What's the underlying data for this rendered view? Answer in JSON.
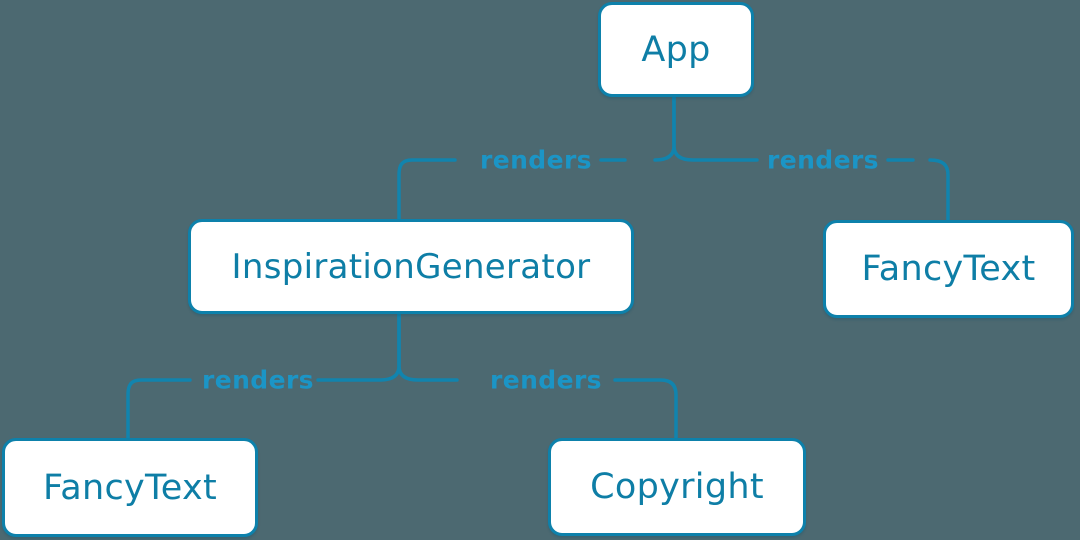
{
  "diagram": {
    "type": "component-render-tree",
    "colors": {
      "background": "#4C6971",
      "edge_stroke": "#1184AE",
      "node_border": "#0D81AB",
      "node_fill": "#FFFFFF",
      "node_text": "#0E7EA6",
      "edge_label_text": "#1B95C6"
    },
    "nodes": [
      {
        "id": "app",
        "label": "App"
      },
      {
        "id": "inspiration-generator",
        "label": "InspirationGenerator"
      },
      {
        "id": "fancy-text-top",
        "label": "FancyText"
      },
      {
        "id": "fancy-text-bottom",
        "label": "FancyText"
      },
      {
        "id": "copyright",
        "label": "Copyright"
      }
    ],
    "edges": [
      {
        "from": "app",
        "to": "inspiration-generator",
        "label": "renders"
      },
      {
        "from": "app",
        "to": "fancy-text-top",
        "label": "renders"
      },
      {
        "from": "inspiration-generator",
        "to": "fancy-text-bottom",
        "label": "renders"
      },
      {
        "from": "inspiration-generator",
        "to": "copyright",
        "label": "renders"
      }
    ]
  }
}
